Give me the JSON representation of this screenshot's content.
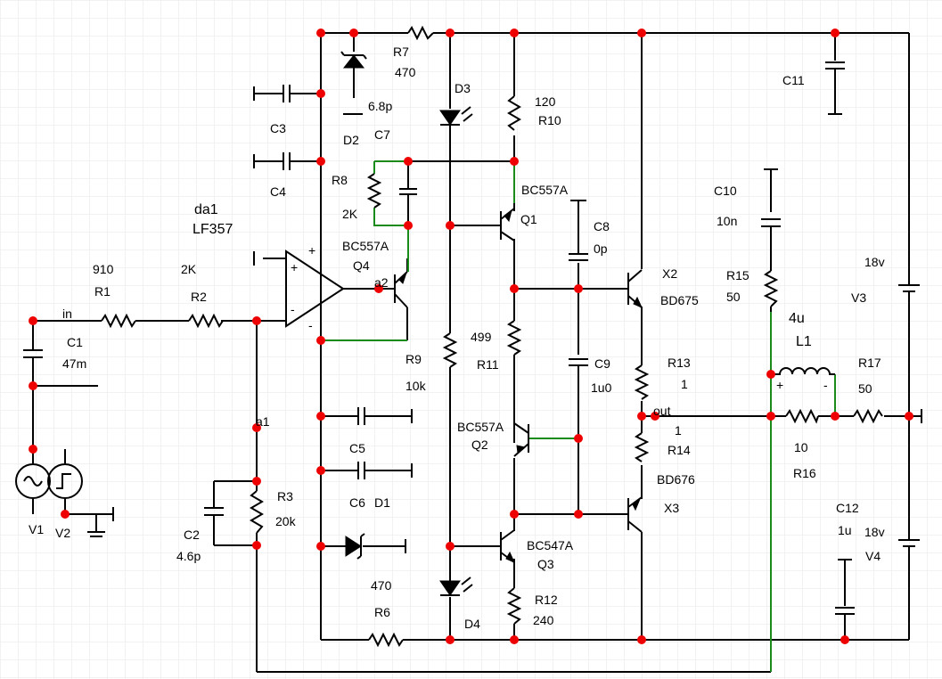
{
  "schematic": {
    "opamp": {
      "name": "da1",
      "model": "LF357",
      "plus": "+",
      "minus": "-"
    },
    "nets": {
      "in": "in",
      "a1": "a1",
      "a2": "a2",
      "out": "out"
    },
    "resistors": {
      "R1": {
        "name": "R1",
        "value": "910"
      },
      "R2": {
        "name": "R2",
        "value": "2K"
      },
      "R3": {
        "name": "R3",
        "value": "20k"
      },
      "R6": {
        "name": "R6",
        "value": "470"
      },
      "R7": {
        "name": "R7",
        "value": "470"
      },
      "R8": {
        "name": "R8",
        "value": "2K"
      },
      "R9": {
        "name": "R9",
        "value": "10k"
      },
      "R10": {
        "name": "R10",
        "value": "120"
      },
      "R11": {
        "name": "R11",
        "value": "499"
      },
      "R12": {
        "name": "R12",
        "value": "240"
      },
      "R13": {
        "name": "R13",
        "value": "1"
      },
      "R14": {
        "name": "R14",
        "value": "1"
      },
      "R15": {
        "name": "R15",
        "value": "50"
      },
      "R16": {
        "name": "R16",
        "value": "10"
      },
      "R17": {
        "name": "R17",
        "value": "50"
      }
    },
    "capacitors": {
      "C1": {
        "name": "C1",
        "value": "47m"
      },
      "C2": {
        "name": "C2",
        "value": "4.6p"
      },
      "C3": {
        "name": "C3"
      },
      "C4": {
        "name": "C4"
      },
      "C5": {
        "name": "C5"
      },
      "C6": {
        "name": "C6"
      },
      "C7": {
        "name": "C7",
        "value": "6.8p"
      },
      "C8": {
        "name": "C8",
        "value": "0p"
      },
      "C9": {
        "name": "C9",
        "value": "1u0"
      },
      "C10": {
        "name": "C10",
        "value": "10n"
      },
      "C11": {
        "name": "C11"
      },
      "C12": {
        "name": "C12",
        "value": "1u"
      }
    },
    "diodes": {
      "D1": "D1",
      "D2": "D2",
      "D3": "D3",
      "D4": "D4"
    },
    "transistors": {
      "Q1": {
        "name": "Q1",
        "model": "BC557A"
      },
      "Q2": {
        "name": "Q2",
        "model": "BC557A"
      },
      "Q3": {
        "name": "Q3",
        "model": "BC547A"
      },
      "Q4": {
        "name": "Q4",
        "model": "BC557A"
      },
      "X2": {
        "name": "X2",
        "model": "BD675"
      },
      "X3": {
        "name": "X3",
        "model": "BD676"
      }
    },
    "inductor": {
      "name": "L1",
      "value": "4u"
    },
    "sources": {
      "V1": "V1",
      "V2": "V2",
      "V3": {
        "name": "V3",
        "value": "18v"
      },
      "V4": {
        "name": "V4",
        "value": "18v"
      }
    }
  },
  "colors": {
    "wire": "#000000",
    "green_wire": "#1a8a1a",
    "node": "#ee0000",
    "grid": "#e6e6e6"
  }
}
